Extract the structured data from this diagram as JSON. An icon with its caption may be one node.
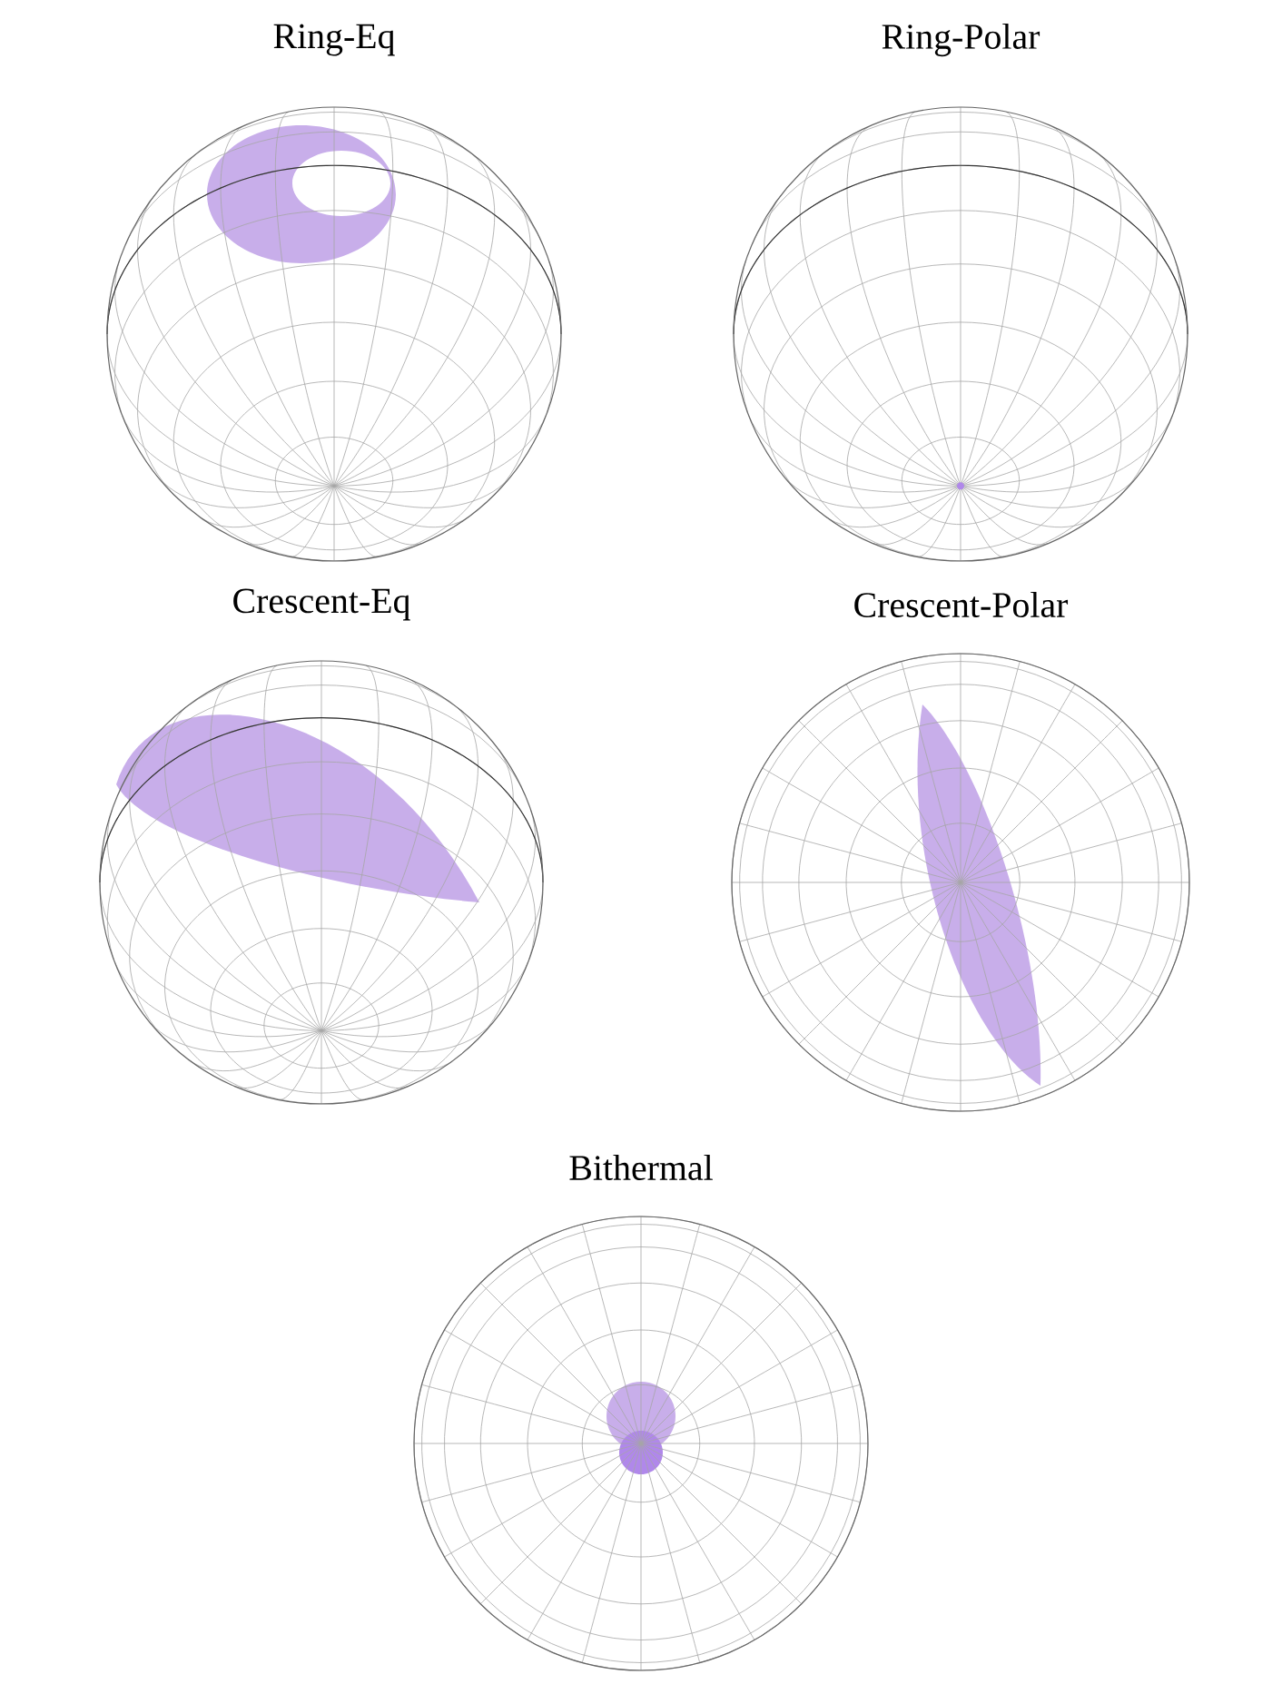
{
  "diagram": {
    "labels": [
      "Ring-Eq",
      "Ring-Polar",
      "Crescent-Eq",
      "Crescent-Polar",
      "Bithermal"
    ]
  }
}
